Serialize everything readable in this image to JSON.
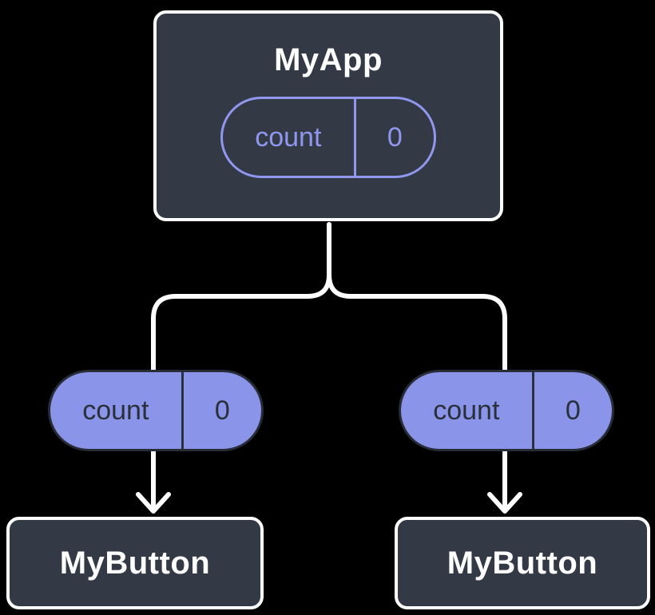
{
  "diagram": {
    "description": "React state tree: parent component holding state passed down as props to two children",
    "background_color": "#000000",
    "root_node": {
      "title": "MyApp",
      "state_pill": {
        "label": "count",
        "value": "0"
      }
    },
    "children": [
      {
        "title": "MyButton",
        "prop_pill": {
          "label": "count",
          "value": "0"
        }
      },
      {
        "title": "MyButton",
        "prop_pill": {
          "label": "count",
          "value": "0"
        }
      }
    ],
    "connectors": {
      "branch_icon": "tree-branch-lines",
      "arrow_icon": "arrow-down-chevron",
      "color": "#FFFFFF"
    },
    "colors": {
      "node_fill": "#333A45",
      "node_border": "#FFFFFF",
      "node_text": "#FFFFFF",
      "state_pill_outline": "#8F97EF",
      "prop_pill_fill": "#8A94E9",
      "prop_pill_border": "#272C36",
      "prop_pill_text": "#2A303B"
    }
  }
}
